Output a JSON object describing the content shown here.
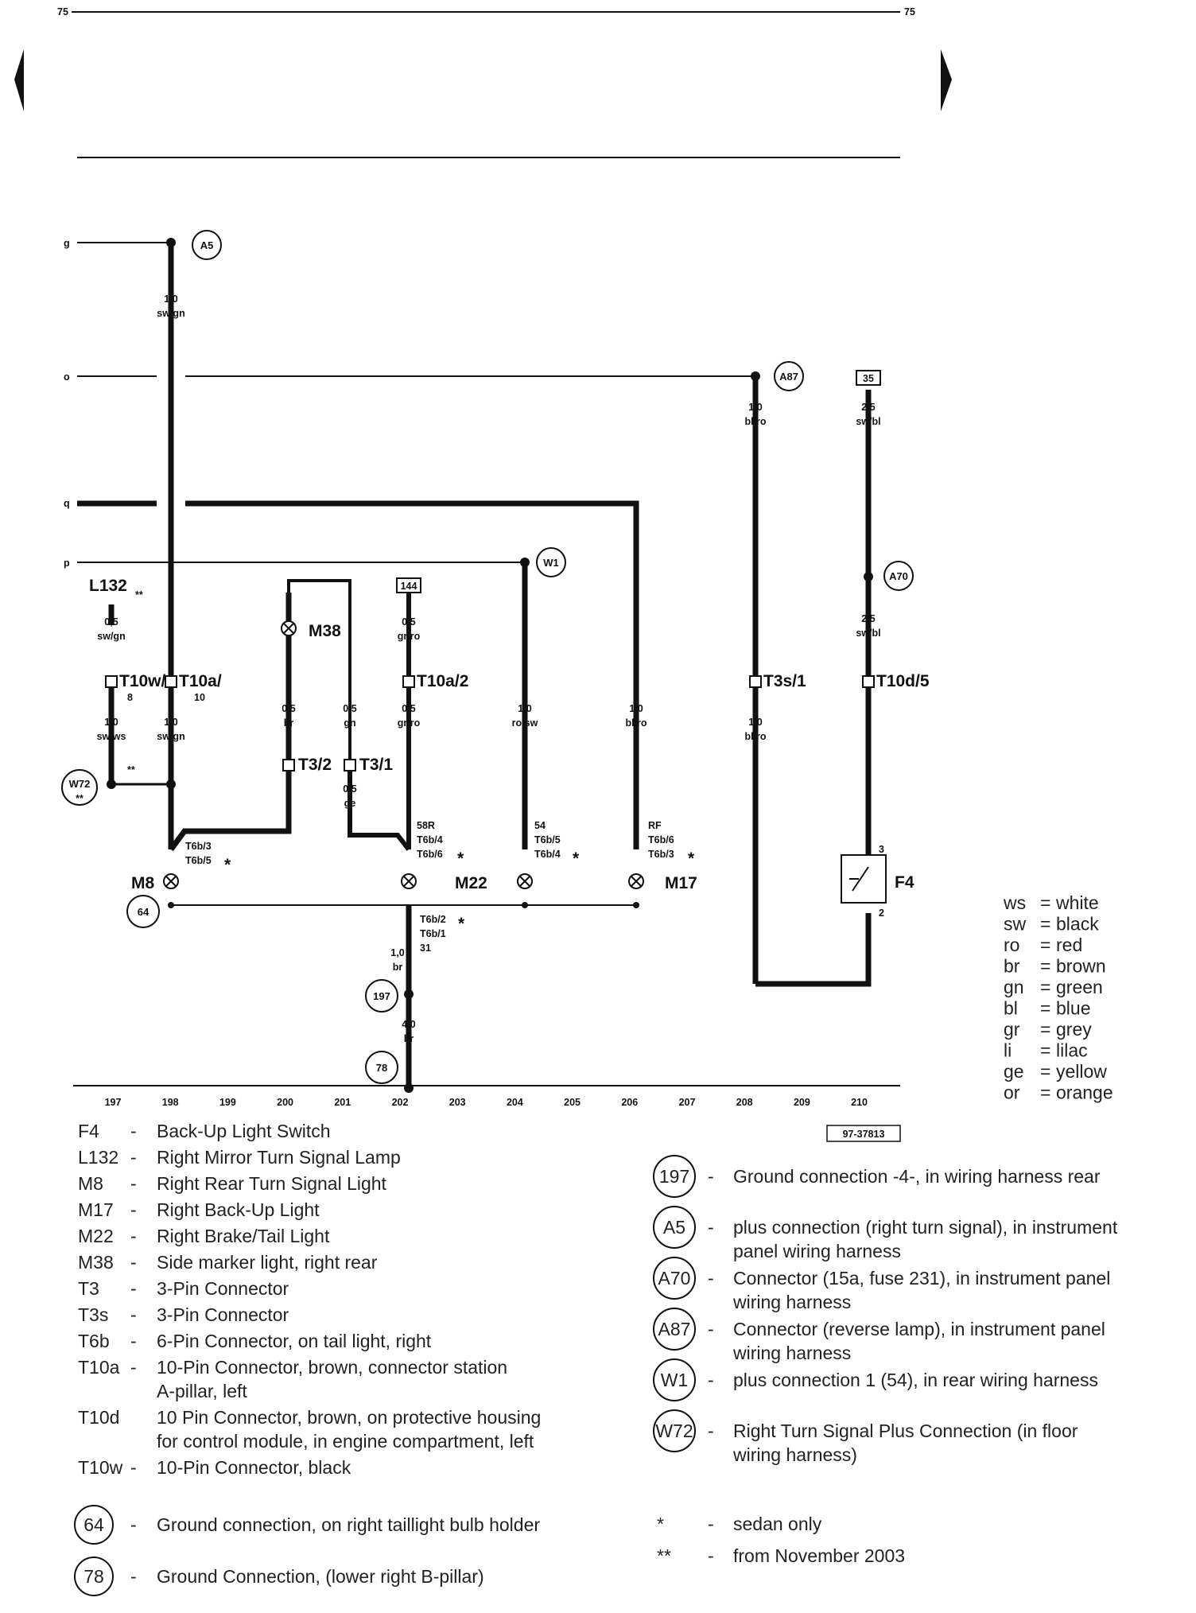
{
  "header": {
    "page_left": "75",
    "page_right": "75"
  },
  "rails": {
    "g": "g",
    "o": "o",
    "q": "q",
    "p": "p"
  },
  "wires": {
    "w1": "1,0",
    "w1c": "sw/gn",
    "w2": "1,0",
    "w2c": "bl/ro",
    "w3": "2,5",
    "w3c": "sw/bl",
    "w4": "2,5",
    "w4c": "sw/bl",
    "w5": "0,5",
    "w5c": "sw/gn",
    "w6": "1,0",
    "w6c": "sw/ws",
    "w7": "1,0",
    "w7c": "sw/gn",
    "w8": "0,5",
    "w8c": "br",
    "w9": "0,5",
    "w9c": "gn",
    "w10": "0,5",
    "w10c": "ge",
    "w11": "0,5",
    "w11c": "gr/ro",
    "w12": "0,5",
    "w12c": "gr/ro",
    "w13": "1,0",
    "w13c": "ro/sw",
    "w14": "1,0",
    "w14c": "bl/ro",
    "w15": "1,0",
    "w15c": "bl/ro",
    "w16": "1,0",
    "w16c": "br",
    "w17": "4,0",
    "w17c": "br"
  },
  "labels": {
    "l132": "L132",
    "l132_star": "**",
    "m38": "M38",
    "m8": "M8",
    "m22": "M22",
    "m17": "M17",
    "f4": "F4",
    "t10w_a": "T10w/",
    "t10w_b": "8",
    "t10a_a": "T10a/",
    "t10a_b": "10",
    "t10a2": "T10a/2",
    "t3s1": "T3s/1",
    "t10d5": "T10d/5",
    "t32": "T3/2",
    "t31": "T3/1",
    "w72_star": "**",
    "t6b3": "T6b/3",
    "t6b5": "T6b/5",
    "p58r": "58R",
    "t6b4a": "T6b/4",
    "t6b6a": "T6b/6",
    "p54": "54",
    "t6b5b": "T6b/5",
    "t6b4b": "T6b/4",
    "prf": "RF",
    "t6b6b": "T6b/6",
    "t6b3b": "T6b/3",
    "t6b2": "T6b/2",
    "t6b1": "T6b/1",
    "p31": "31",
    "sw_pin3": "3",
    "sw_pin2": "2",
    "star": "*",
    "box35": "35",
    "box144": "144"
  },
  "circles": {
    "a5": "A5",
    "a87": "A87",
    "a70": "A70",
    "w1": "W1",
    "w72": "W72",
    "c64": "64",
    "c197": "197",
    "c78": "78"
  },
  "ruler": [
    "197",
    "198",
    "199",
    "200",
    "201",
    "202",
    "203",
    "204",
    "205",
    "206",
    "207",
    "208",
    "209",
    "210"
  ],
  "ref_code": "97-37813",
  "color_legend": [
    {
      "code": "ws",
      "name": "white"
    },
    {
      "code": "sw",
      "name": "black"
    },
    {
      "code": "ro",
      "name": "red"
    },
    {
      "code": "br",
      "name": "brown"
    },
    {
      "code": "gn",
      "name": "green"
    },
    {
      "code": "bl",
      "name": "blue"
    },
    {
      "code": "gr",
      "name": "grey"
    },
    {
      "code": "li",
      "name": "lilac"
    },
    {
      "code": "ge",
      "name": "yellow"
    },
    {
      "code": "or",
      "name": "orange"
    }
  ],
  "components": [
    {
      "code": "F4",
      "dash": "-",
      "desc": "Back-Up Light Switch"
    },
    {
      "code": "L132",
      "dash": "-",
      "desc": "Right Mirror Turn Signal Lamp"
    },
    {
      "code": "M8",
      "dash": "-",
      "desc": "Right Rear Turn Signal Light"
    },
    {
      "code": "M17",
      "dash": "-",
      "desc": "Right Back-Up Light"
    },
    {
      "code": "M22",
      "dash": "-",
      "desc": "Right Brake/Tail Light"
    },
    {
      "code": "M38",
      "dash": "-",
      "desc": "Side marker light, right rear"
    },
    {
      "code": "T3",
      "dash": "-",
      "desc": "3-Pin Connector"
    },
    {
      "code": "T3s",
      "dash": "-",
      "desc": "3-Pin Connector"
    },
    {
      "code": "T6b",
      "dash": "-",
      "desc": "6-Pin Connector, on tail light, right"
    },
    {
      "code": "T10a",
      "dash": "-",
      "desc": "10-Pin Connector, brown, connector station",
      "desc2": "A-pillar, left"
    },
    {
      "code": "T10d",
      "dash": "",
      "desc": "10 Pin Connector, brown, on protective housing",
      "desc2": "for control module, in engine compartment, left"
    },
    {
      "code": "T10w",
      "dash": "-",
      "desc": "10-Pin Connector, black"
    }
  ],
  "grounds_left": [
    {
      "code": "64",
      "desc": "Ground connection, on right taillight bulb holder"
    },
    {
      "code": "78",
      "desc": "Ground Connection, (lower right B-pillar)"
    }
  ],
  "connections_right": [
    {
      "code": "197",
      "desc": "Ground connection -4-, in wiring harness rear"
    },
    {
      "code": "A5",
      "desc": "plus connection (right turn signal), in instrument",
      "desc2": "panel wiring harness"
    },
    {
      "code": "A70",
      "desc": "Connector (15a, fuse 231), in instrument panel",
      "desc2": "wiring harness"
    },
    {
      "code": "A87",
      "desc": "Connector (reverse lamp), in instrument panel",
      "desc2": "wiring harness"
    },
    {
      "code": "W1",
      "desc": "plus connection 1 (54), in rear wiring harness"
    },
    {
      "code": "W72",
      "desc": "Right Turn Signal Plus Connection (in floor",
      "desc2": "wiring harness)"
    }
  ],
  "notes": [
    {
      "sym": "*",
      "desc": "sedan only"
    },
    {
      "sym": "**",
      "desc": "from November 2003"
    }
  ]
}
